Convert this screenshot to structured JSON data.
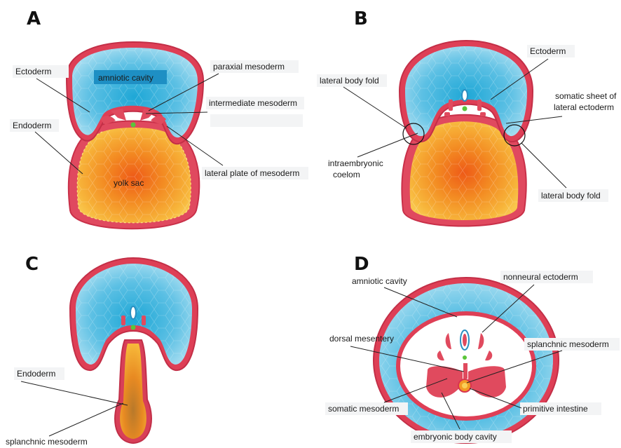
{
  "panels": {
    "A": {
      "letter": "A",
      "labels": {
        "ectoderm": "Ectoderm",
        "endoderm": "Endoderm",
        "amniotic_cavity": "amniotic cavity",
        "yolk_sac": "yolk sac",
        "paraxial": "paraxial mesoderm",
        "intermediate": "intermediate mesoderm",
        "lateral_plate": "lateral plate of mesoderm"
      }
    },
    "B": {
      "letter": "B",
      "labels": {
        "ectoderm": "Ectoderm",
        "lateral_body_fold_left": "lateral body fold",
        "somatic_sheet_1": "somatic sheet of",
        "somatic_sheet_2": "lateral ectoderm",
        "intraembryonic_1": "intraembryonic",
        "intraembryonic_2": "coelom",
        "lateral_body_fold_right": "lateral body fold"
      }
    },
    "C": {
      "letter": "C",
      "labels": {
        "endoderm": "Endoderm",
        "splanchnic": "splanchnic mesoderm"
      }
    },
    "D": {
      "letter": "D",
      "labels": {
        "amniotic_cavity": "amniotic cavity",
        "nonneural": "nonneural ectoderm",
        "dorsal_mesentery": "dorsal mesentery",
        "splanchnic": "splanchnic mesoderm",
        "somatic": "somatic mesoderm",
        "primitive_intestine": "primitive intestine",
        "body_cavity": "embryonic body cavity"
      }
    }
  },
  "colors": {
    "ectoderm_fill": "#4ab8de",
    "ectoderm_border": "#d9344f",
    "yolk_fill": "#f4a429",
    "yolk_core": "#ee6a18",
    "mesoderm": "#e04a5e",
    "notochord": "#5ac53a"
  }
}
